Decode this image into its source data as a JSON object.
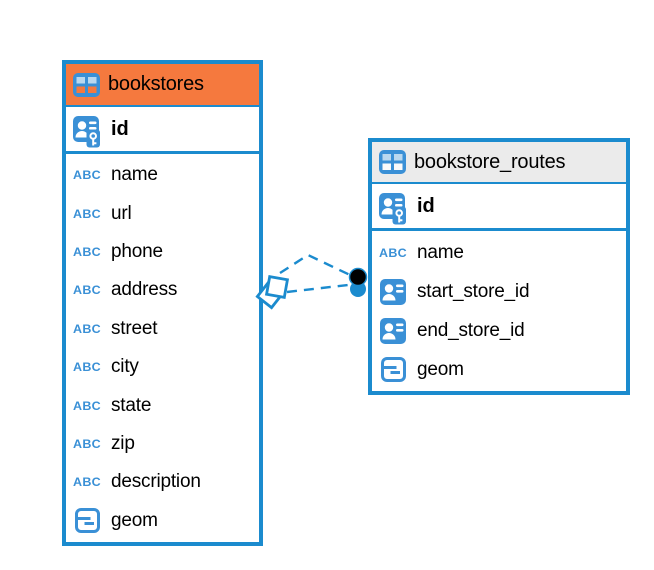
{
  "colors": {
    "accent_blue": "#1b8bce",
    "icon_blue": "#3a90d6",
    "icon_cell_blue": "#b9d8ef",
    "header_orange": "#f5793e",
    "header_gray": "#ebebeb",
    "text": "#000000",
    "background": "#ffffff",
    "marker_black": "#000000"
  },
  "icons": {
    "text_type_label": "ABC",
    "table_icon": "table-icon",
    "primary_key_icon": "primary-key-icon",
    "reference_icon": "reference-icon",
    "geometry_icon": "geometry-type-icon"
  },
  "tables": [
    {
      "title": "bookstores",
      "header_color": "#f5793e",
      "id_column": {
        "label": "id",
        "icon": "primary-key-icon"
      },
      "columns": [
        {
          "label": "name",
          "icon": "text-type-icon"
        },
        {
          "label": "url",
          "icon": "text-type-icon"
        },
        {
          "label": "phone",
          "icon": "text-type-icon"
        },
        {
          "label": "address",
          "icon": "text-type-icon"
        },
        {
          "label": "street",
          "icon": "text-type-icon"
        },
        {
          "label": "city",
          "icon": "text-type-icon"
        },
        {
          "label": "state",
          "icon": "text-type-icon"
        },
        {
          "label": "zip",
          "icon": "text-type-icon"
        },
        {
          "label": "description",
          "icon": "text-type-icon"
        },
        {
          "label": "geom",
          "icon": "geometry-type-icon"
        }
      ]
    },
    {
      "title": "bookstore_routes",
      "header_color": "#ebebeb",
      "id_column": {
        "label": "id",
        "icon": "primary-key-icon"
      },
      "columns": [
        {
          "label": "name",
          "icon": "text-type-icon"
        },
        {
          "label": "start_store_id",
          "icon": "reference-icon"
        },
        {
          "label": "end_store_id",
          "icon": "reference-icon"
        },
        {
          "label": "geom",
          "icon": "geometry-type-icon"
        }
      ]
    }
  ],
  "relationship": {
    "line_style": "dashed",
    "source_marker": "diamond-marker",
    "target_marker": "dot-marker",
    "line_count": 2
  }
}
